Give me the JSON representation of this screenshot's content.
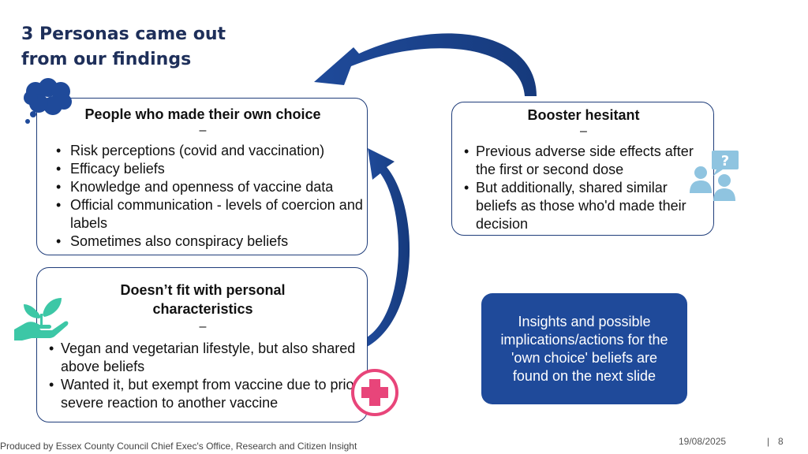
{
  "title": {
    "line1": "3 Personas came out",
    "line2": "from our findings"
  },
  "personas": {
    "own_choice": {
      "title": "People who made their own choice",
      "dash": "–",
      "items": [
        "Risk perceptions (covid and vaccination)",
        "Efficacy beliefs",
        "Knowledge and openness of vaccine data",
        "Official communication - levels of coercion and labels",
        "Sometimes also conspiracy beliefs"
      ]
    },
    "booster": {
      "title": "Booster hesitant",
      "dash": "–",
      "items": [
        "Previous adverse side effects after the first or second dose",
        "But additionally, shared similar beliefs as those who'd made their decision"
      ]
    },
    "personal": {
      "title": "Doesn’t fit with personal characteristics",
      "dash": "–",
      "items": [
        "Vegan and vegetarian lifestyle, but also shared above beliefs",
        "Wanted it, but exempt from vaccine due to prior severe reaction to another vaccine"
      ]
    }
  },
  "insight": {
    "text": "Insights and possible implications/actions for the 'own choice' beliefs are found on the next slide"
  },
  "footer": {
    "credit": "Produced by Essex County Council Chief Exec's Office, Research and Citizen Insight",
    "date": "19/08/2025",
    "separator": "|",
    "page": "8"
  },
  "colors": {
    "navy": "#1f3d7a",
    "arrow": "#1f4a9a",
    "insight_bg": "#1f4a9a",
    "icon_blue": "#1f4a9a",
    "icon_teal": "#3cc7a6",
    "icon_pink": "#e8457a",
    "icon_light_blue": "#8fc4e0"
  }
}
